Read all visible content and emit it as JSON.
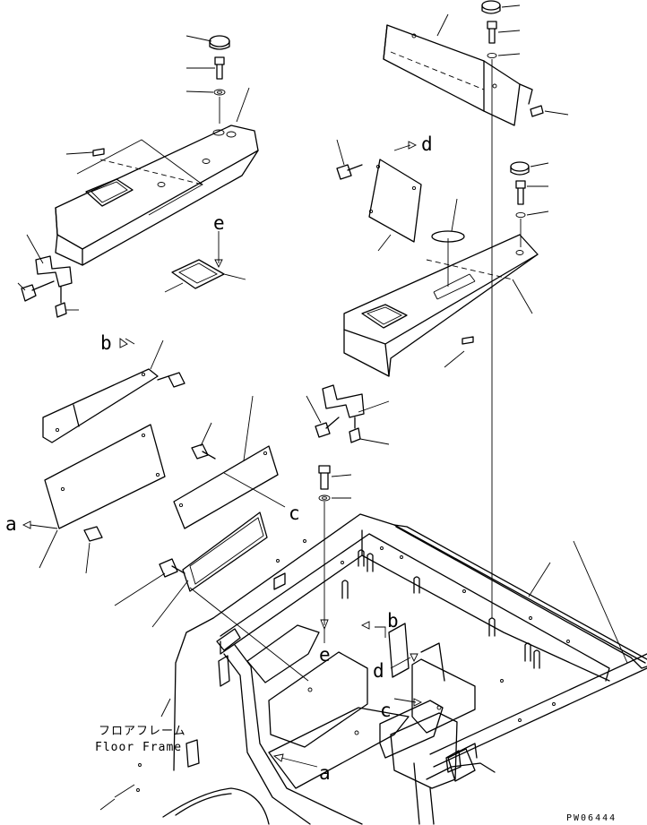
{
  "callouts": {
    "a": "a",
    "b": "b",
    "c": "c",
    "d": "d",
    "e": "e"
  },
  "caption": {
    "japanese": "フロアフレーム",
    "english": "Floor Frame"
  },
  "drawing_code": "PW06444"
}
